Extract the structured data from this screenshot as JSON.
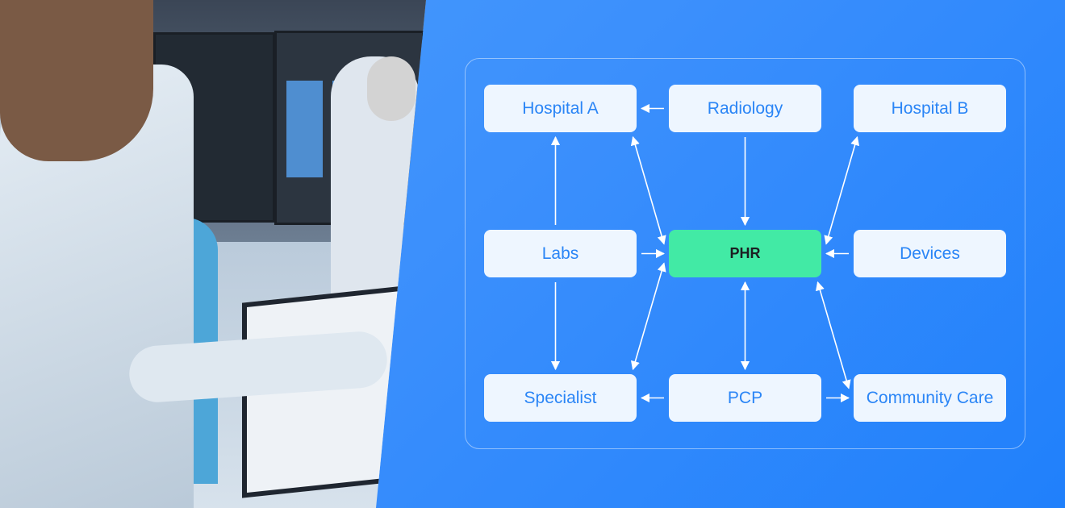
{
  "diagram": {
    "nodes": [
      {
        "id": "hospital_a",
        "label": "Hospital A"
      },
      {
        "id": "radiology",
        "label": "Radiology"
      },
      {
        "id": "hospital_b",
        "label": "Hospital B"
      },
      {
        "id": "labs",
        "label": "Labs"
      },
      {
        "id": "phr",
        "label": "PHR"
      },
      {
        "id": "devices",
        "label": "Devices"
      },
      {
        "id": "specialist",
        "label": "Specialist"
      },
      {
        "id": "pcp",
        "label": "PCP"
      },
      {
        "id": "community_care",
        "label": "Community Care"
      }
    ],
    "edges": [
      {
        "from": "radiology",
        "to": "hospital_a",
        "both": false
      },
      {
        "from": "labs",
        "to": "hospital_a",
        "both": false
      },
      {
        "from": "hospital_a",
        "to": "phr",
        "both": true
      },
      {
        "from": "radiology",
        "to": "phr",
        "both": false
      },
      {
        "from": "labs",
        "to": "phr",
        "both": false
      },
      {
        "from": "labs",
        "to": "specialist",
        "both": false
      },
      {
        "from": "specialist",
        "to": "phr",
        "both": true
      },
      {
        "from": "hospital_b",
        "to": "phr",
        "both": true
      },
      {
        "from": "devices",
        "to": "phr",
        "both": false
      },
      {
        "from": "phr",
        "to": "pcp",
        "both": true
      },
      {
        "from": "phr",
        "to": "community_care",
        "both": true
      },
      {
        "from": "pcp",
        "to": "specialist",
        "both": false
      },
      {
        "from": "pcp",
        "to": "community_care",
        "both": false
      }
    ],
    "colors": {
      "background": "#3b8ffc",
      "node": "#eef6ff",
      "node_text": "#2a85f6",
      "hub": "#42eaa5",
      "arrow": "#ffffff"
    }
  }
}
